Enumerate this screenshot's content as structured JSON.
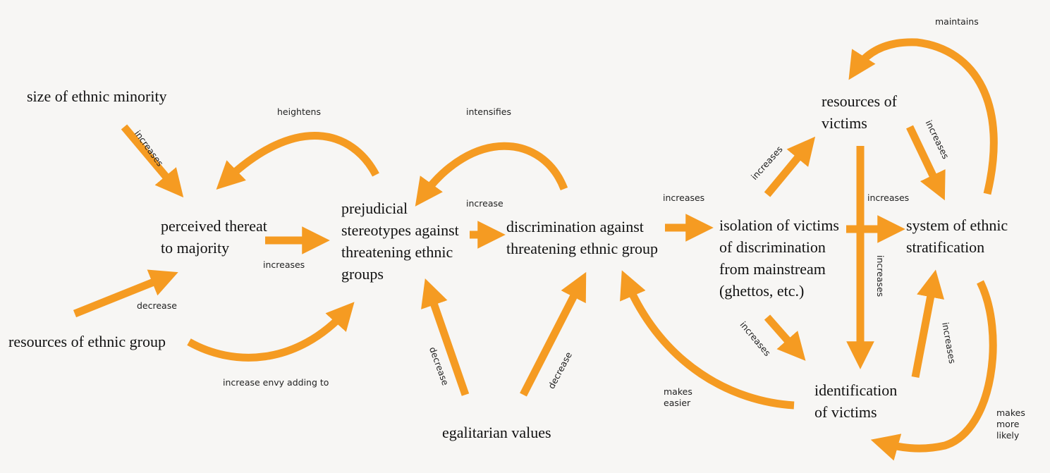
{
  "colors": {
    "arrow": "#f59b22",
    "text": "#111111",
    "background": "#f7f6f4"
  },
  "nodes": {
    "size_minority": "size of ethnic minority",
    "resources_group": "resources of ethnic group",
    "perceived_threat": "perceived thereat\nto majority",
    "stereotypes": "prejudicial\nstereotypes against\nthreatening ethnic\ngroups",
    "discrimination": "discrimination against\nthreatening ethnic group",
    "egalitarian": "egalitarian values",
    "isolation": "isolation of victims\nof discrimination\nfrom mainstream\n(ghettos, etc.)",
    "resources_victims": "resources of\nvictims",
    "stratification": "system of ethnic\nstratification",
    "identification": "identification\nof victims"
  },
  "edge_labels": {
    "size_increases": "increases",
    "resources_decrease": "decrease",
    "threat_increases": "increases",
    "heightens": "heightens",
    "envy": "increase envy adding to",
    "intensifies": "intensifies",
    "stereo_increase": "increase",
    "egal_decrease_left": "decrease",
    "egal_decrease_right": "decrease",
    "disc_increases": "increases",
    "makes_easier": "makes\neasier",
    "iso_res_increases": "increases",
    "iso_strat_increases": "increases",
    "iso_id_increases": "increases",
    "res_id_increases": "increases",
    "res_strat_increases": "increases",
    "id_strat_increases": "increases",
    "maintains": "maintains",
    "makes_more_likely": "makes\nmore\nlikely"
  }
}
